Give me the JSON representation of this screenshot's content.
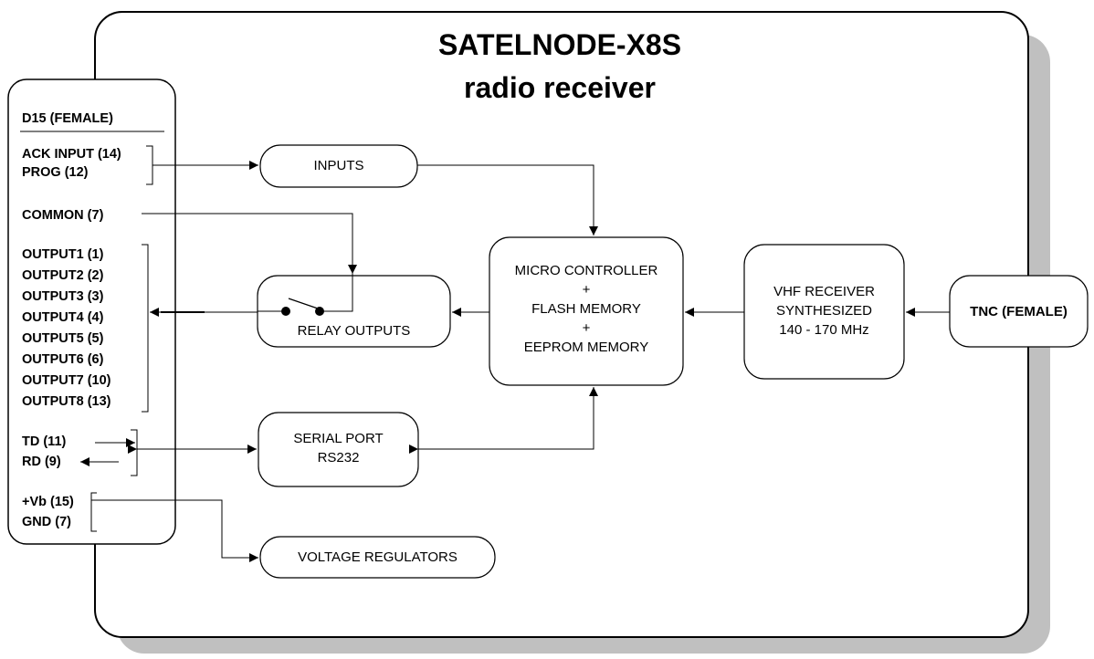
{
  "title": {
    "line1": "SATELNODE-X8S",
    "line2": "radio receiver"
  },
  "connector": {
    "header": "D15 (FEMALE)",
    "pins": {
      "ack_input": "ACK INPUT (14)",
      "prog": "PROG (12)",
      "common": "COMMON (7)",
      "outputs": [
        "OUTPUT1  (1)",
        "OUTPUT2  (2)",
        "OUTPUT3  (3)",
        "OUTPUT4  (4)",
        "OUTPUT5  (5)",
        "OUTPUT6  (6)",
        "OUTPUT7  (10)",
        "OUTPUT8  (13)"
      ],
      "td": "TD (11)",
      "rd": "RD (9)",
      "vb": "+Vb (15)",
      "gnd": "GND (7)"
    }
  },
  "blocks": {
    "inputs": "INPUTS",
    "relay_outputs": "RELAY OUTPUTS",
    "micro_controller": [
      "MICRO CONTROLLER",
      "+",
      "FLASH MEMORY",
      "+",
      "EEPROM MEMORY"
    ],
    "vhf_receiver": [
      "VHF RECEIVER",
      "SYNTHESIZED",
      "140 - 170 MHz"
    ],
    "tnc": "TNC (FEMALE)",
    "serial_port": [
      "SERIAL PORT",
      "RS232"
    ],
    "voltage_regulators": "VOLTAGE REGULATORS"
  }
}
